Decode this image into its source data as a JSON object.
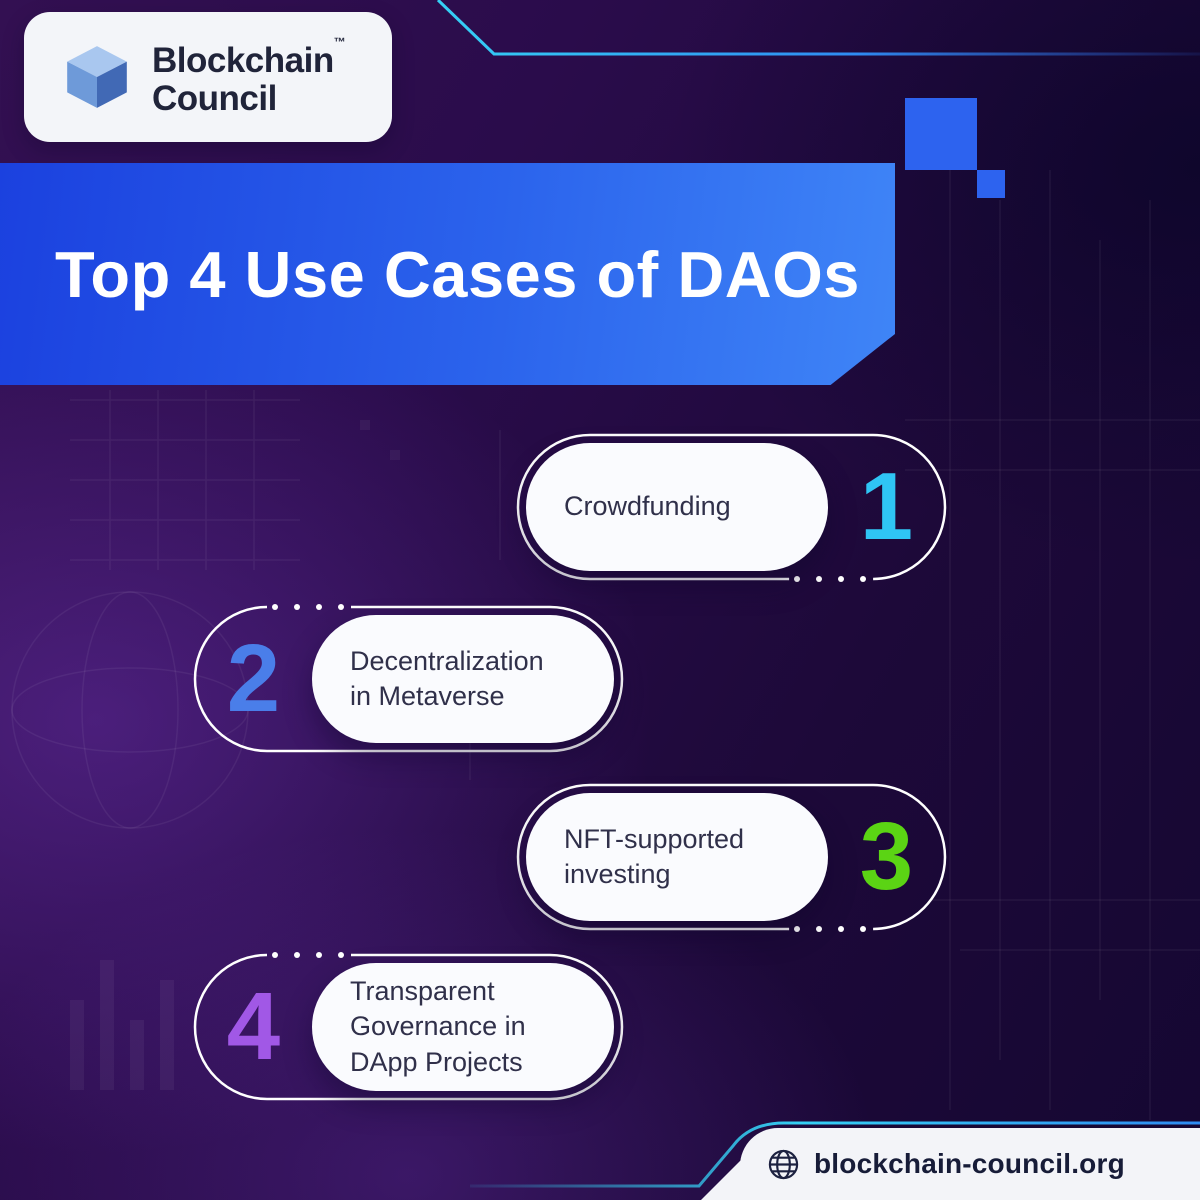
{
  "brand": {
    "line1": "Blockchain",
    "line2": "Council",
    "trademark": "™"
  },
  "header": {
    "title": "Top 4 Use Cases of DAOs"
  },
  "use_cases": [
    {
      "number": "1",
      "label": "Crowdfunding",
      "number_color": "#2FC5F4",
      "side": "right"
    },
    {
      "number": "2",
      "label": "Decentralization\nin Metaverse",
      "number_color": "#4A7EE9",
      "side": "left"
    },
    {
      "number": "3",
      "label": "NFT-supported\ninvesting",
      "number_color": "#5BD414",
      "side": "right"
    },
    {
      "number": "4",
      "label": "Transparent\nGovernance in\nDApp Projects",
      "number_color": "#A158E6",
      "side": "left"
    }
  ],
  "footer": {
    "url": "blockchain-council.org"
  },
  "colors": {
    "background_purple": "#2A0C4B",
    "banner_gradient_start": "#1B41DF",
    "banner_gradient_end": "#3F85F7",
    "accent_cyan": "#35D0F5",
    "square_blue": "#2D63EF",
    "pill_fill": "#FAFBFE",
    "label_text": "#30304A",
    "footer_text": "#171C38"
  }
}
